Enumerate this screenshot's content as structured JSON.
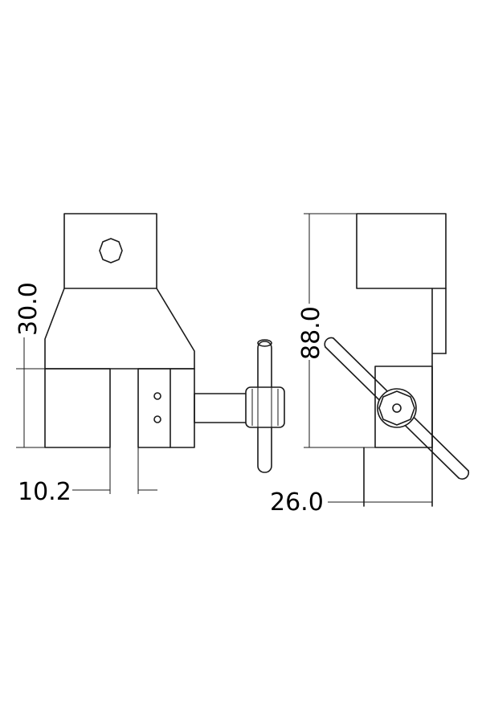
{
  "dimensions": {
    "height_left": "30.0",
    "width_left": "10.2",
    "height_right": "88.0",
    "width_right": "26.0"
  },
  "colors": {
    "line": "#1a1a1a",
    "background": "#ffffff"
  }
}
